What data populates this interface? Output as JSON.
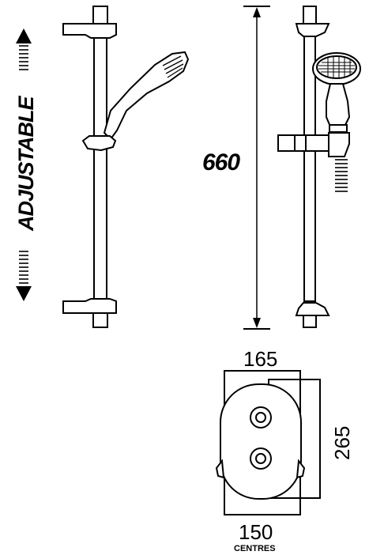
{
  "labels": {
    "adjustable": "ADJUSTABLE",
    "height": "660",
    "width": "165",
    "depth": "265",
    "centres_value": "150",
    "centres_label": "CENTRES"
  }
}
